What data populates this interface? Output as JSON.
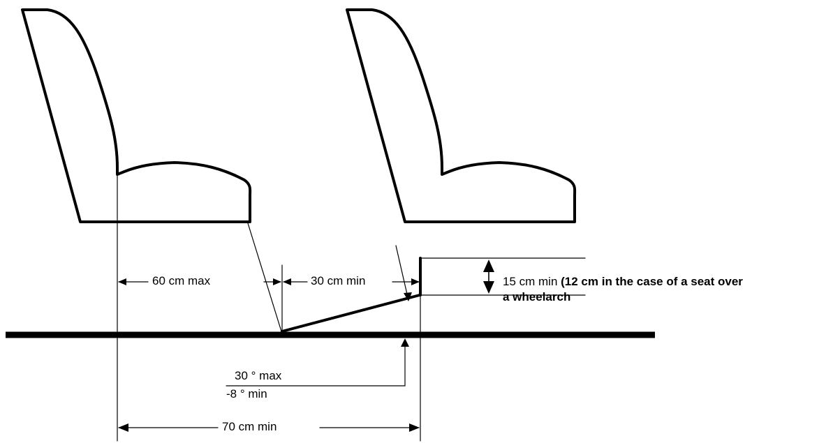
{
  "labels": {
    "seat_spacing": "60 cm max",
    "step_depth": "30 cm min",
    "clearance_width": "70 cm min",
    "angle_max": "30 ° max",
    "angle_min": "-8 ° min",
    "height": {
      "prefix": "15 cm min ",
      "bold_line1": "(12 cm in the case of a seat over",
      "bold_line2": "a wheelarch"
    }
  },
  "colors": {
    "stroke": "#000000",
    "background": "#ffffff"
  }
}
